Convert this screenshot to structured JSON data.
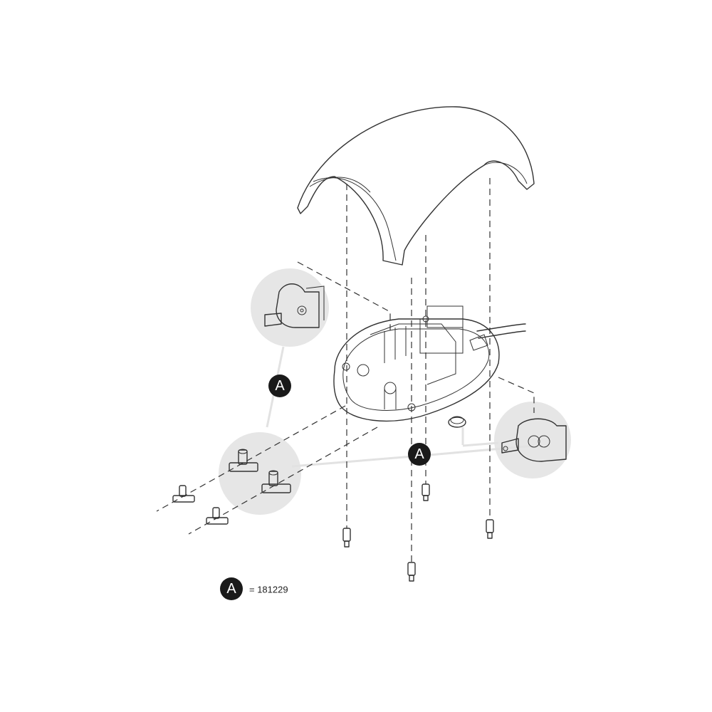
{
  "callout": {
    "letter": "A",
    "part_number": "181229",
    "legend_text": "= 181229"
  },
  "colors": {
    "ink": "#333333",
    "callout_fill": "#1a1a1a",
    "zoom_fill": "#e6e6e6",
    "leader": "#e2e2e2"
  }
}
